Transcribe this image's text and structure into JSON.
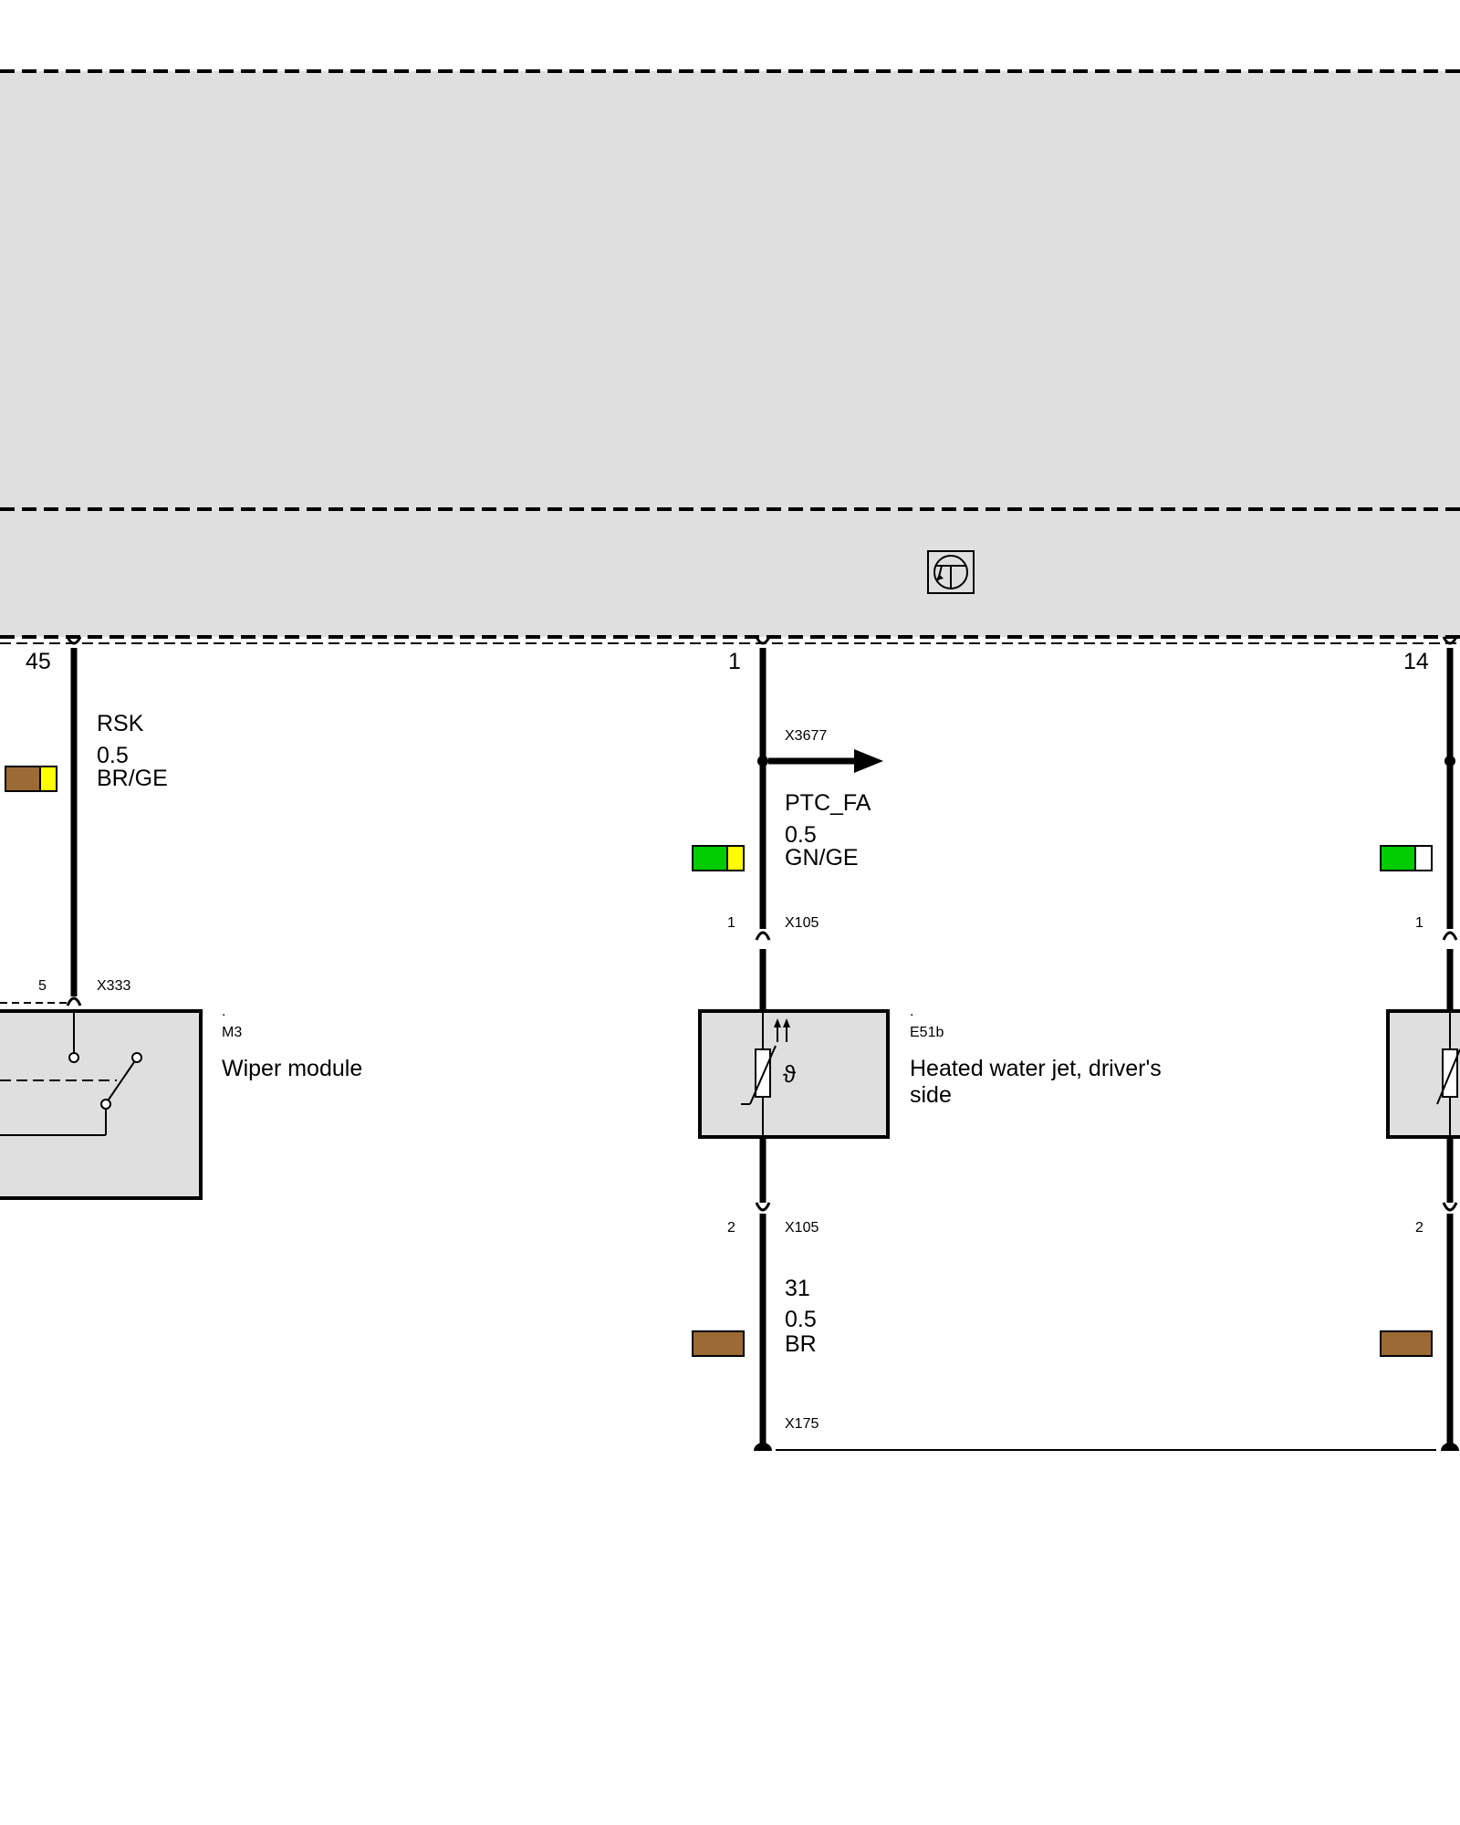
{
  "control_unit": {
    "pins": [
      "45",
      "1",
      "14"
    ]
  },
  "wire_rsk": {
    "signal": "RSK",
    "cross_section": "0.5",
    "color_code": "BR/GE",
    "colors": [
      "#9c6a34",
      "#ffff00"
    ]
  },
  "wire_ptc_fa": {
    "branch_connector": "X3677",
    "signal": "PTC_FA",
    "cross_section": "0.5",
    "color_code": "GN/GE",
    "colors": [
      "#00cc00",
      "#ffff00"
    ]
  },
  "wire_right_top": {
    "colors": [
      "#00cc00",
      "#ffffff"
    ]
  },
  "wiper_module": {
    "pin": "5",
    "connector": "X333",
    "dot": ".",
    "id": "M3",
    "name": "Wiper module"
  },
  "heated_jet": {
    "pin_top": "1",
    "connector_top": "X105",
    "dot": ".",
    "id": "E51b",
    "name_line1": "Heated water jet, driver's",
    "name_line2": "side",
    "pin_bottom": "2",
    "connector_bottom": "X105"
  },
  "right_component": {
    "pin_top": "1",
    "pin_bottom": "2"
  },
  "ground_wire": {
    "signal": "31",
    "cross_section": "0.5",
    "color_code": "BR",
    "color": "#9c6a34",
    "ground_connector": "X175"
  },
  "icons": [
    "transistor-symbol-icon",
    "switch-icon",
    "ptc-heater-icon",
    "arrow-right-icon"
  ],
  "colors": {
    "module_fill": "#dfdfdf",
    "line": "#000000"
  }
}
